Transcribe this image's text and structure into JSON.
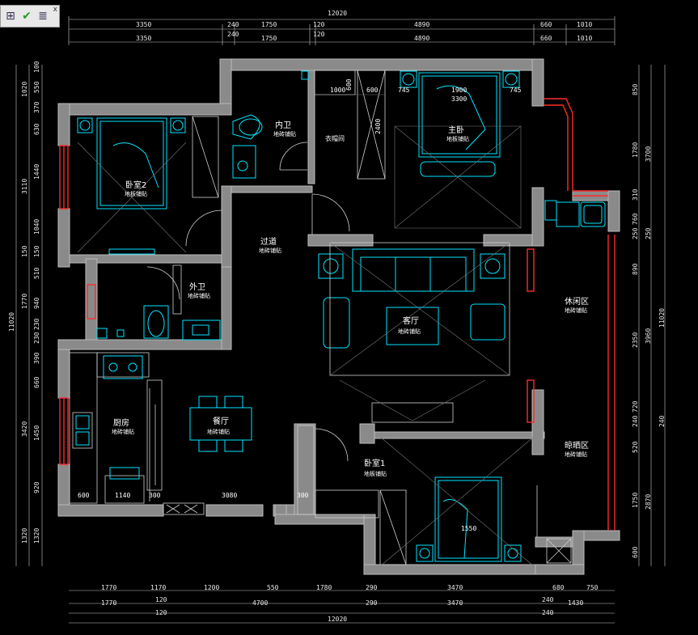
{
  "toolbar": {
    "buttons": [
      {
        "icon": "layer-edit-icon",
        "glyph": "⊞"
      },
      {
        "icon": "check-icon",
        "glyph": "✔"
      },
      {
        "icon": "layer-stack-icon",
        "glyph": "≣"
      }
    ],
    "close": "x"
  },
  "top_dims": {
    "total": "12020",
    "row1": [
      "3350",
      "240",
      "1750",
      "120",
      "4890",
      "660",
      "1010"
    ],
    "row2": [
      "3350",
      "240",
      "1750",
      "120",
      "4890",
      "660",
      "1010"
    ]
  },
  "bottom_dims": {
    "row1": [
      "1770",
      "1170",
      "1200",
      "550",
      "1780",
      "290",
      "3470",
      "680",
      "750"
    ],
    "row2": [
      "1770",
      "120",
      "4700",
      "290",
      "3470",
      "240",
      "1430"
    ],
    "row3": [
      "120",
      "240"
    ],
    "total": "12020"
  },
  "left_dims": {
    "outer": [
      "1020",
      "3110",
      "150",
      "1770",
      "11020",
      "3420",
      "1320"
    ],
    "inner": [
      "100",
      "550",
      "370",
      "630",
      "1440",
      "1040",
      "150",
      "510",
      "940",
      "230",
      "230",
      "390",
      "660",
      "1450",
      "920",
      "1320"
    ]
  },
  "right_dims": {
    "outer": [
      "3700",
      "250",
      "3960",
      "11020",
      "2870"
    ],
    "inner": [
      "850",
      "1780",
      "310",
      "760",
      "250",
      "890",
      "2350",
      "720",
      "240",
      "520",
      "1750",
      "600",
      "240"
    ]
  },
  "rooms": [
    {
      "id": "master-bedroom",
      "name": "主卧",
      "floor": "地板铺贴"
    },
    {
      "id": "bedroom-2",
      "name": "卧室2",
      "floor": "地板铺贴"
    },
    {
      "id": "inner-bath",
      "name": "内卫",
      "floor": "地砖铺贴"
    },
    {
      "id": "closet",
      "name": "衣帽间",
      "floor": ""
    },
    {
      "id": "corridor",
      "name": "过道",
      "floor": "地砖铺贴"
    },
    {
      "id": "outer-bath",
      "name": "外卫",
      "floor": "地砖铺贴"
    },
    {
      "id": "living",
      "name": "客厅",
      "floor": "地砖铺贴"
    },
    {
      "id": "leisure",
      "name": "休闲区",
      "floor": "地砖铺贴"
    },
    {
      "id": "kitchen",
      "name": "厨房",
      "floor": "地砖铺贴"
    },
    {
      "id": "dining",
      "name": "餐厅",
      "floor": "地砖铺贴"
    },
    {
      "id": "bedroom-1",
      "name": "卧室1",
      "floor": "地板铺贴"
    },
    {
      "id": "drying",
      "name": "晾晒区",
      "floor": "地砖铺贴"
    }
  ],
  "interior_dims": {
    "closet": [
      "1000",
      "600",
      "745",
      "1900",
      "745",
      "3300",
      "2400",
      "600"
    ],
    "kitchen": [
      "600",
      "1140",
      "300",
      "3080",
      "300"
    ],
    "bedroom1": [
      "1550"
    ]
  },
  "colors": {
    "wall": "#8a8a8a",
    "furniture": "#00e5ff",
    "window": "#ff2a2a",
    "dimension": "#e8e8e8"
  }
}
